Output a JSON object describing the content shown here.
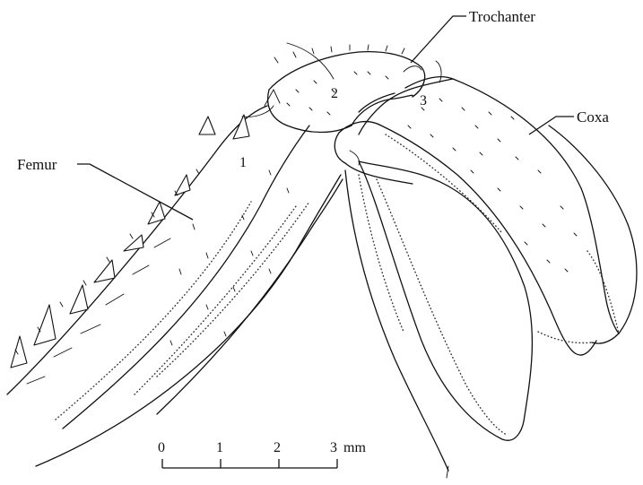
{
  "labels": {
    "trochanter": "Trochanter",
    "coxa": "Coxa",
    "femur": "Femur",
    "segment_1": "1",
    "segment_2": "2",
    "segment_3": "3"
  },
  "scale_bar": {
    "ticks": [
      "0",
      "1",
      "2",
      "3"
    ],
    "unit": "mm"
  }
}
